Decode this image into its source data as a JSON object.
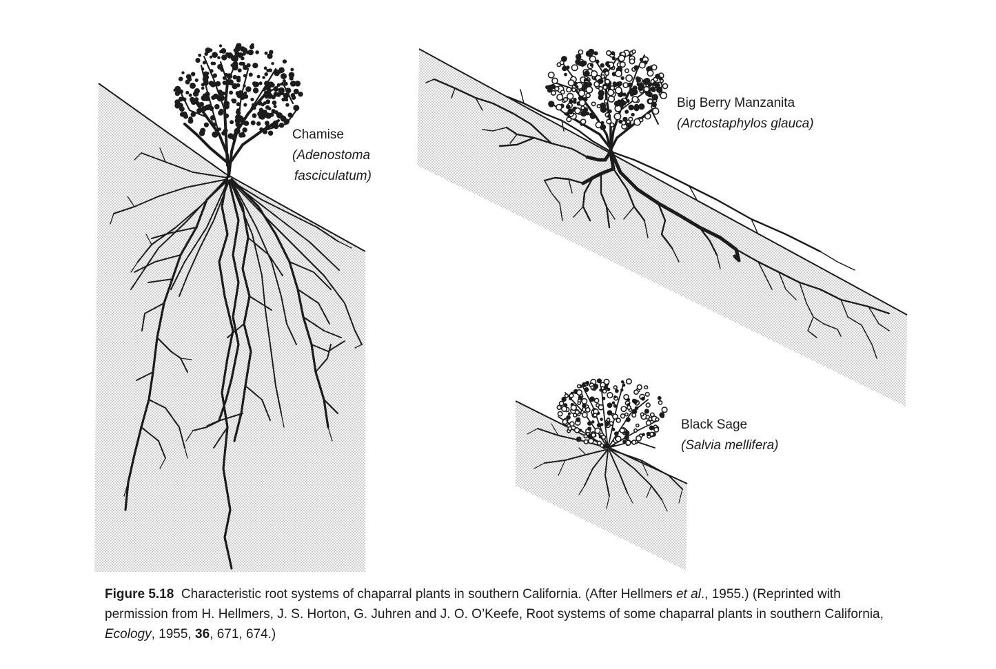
{
  "plants": [
    {
      "common_name": "Chamise",
      "scientific_name_line1": "(Adenostoma",
      "scientific_name_line2": "fasciculatum)"
    },
    {
      "common_name": "Big Berry Manzanita",
      "scientific_name": "(Arctostaphylos glauca)"
    },
    {
      "common_name": "Black Sage",
      "scientific_name": "(Salvia mellifera)"
    }
  ],
  "caption": {
    "figure_number": "Figure 5.18",
    "line1_text": "Characteristic root systems of chaparral plants in southern California. (After Hellmers ",
    "line1_etal": "et al",
    "line1_end": "., 1955.) (Reprinted with",
    "line2": "permission from H. Hellmers, J. S. Horton, G. Juhren and J. O. O’Keefe, Root systems of some chaparral plants in southern California,",
    "journal": "Ecology",
    "year_text": ", 1955, ",
    "volume": "36",
    "pages_text": ", 671, 674.)"
  },
  "colors": {
    "soil_stipple": "#8a8a8a",
    "ink": "#1c1c1c",
    "background": "#ffffff"
  }
}
